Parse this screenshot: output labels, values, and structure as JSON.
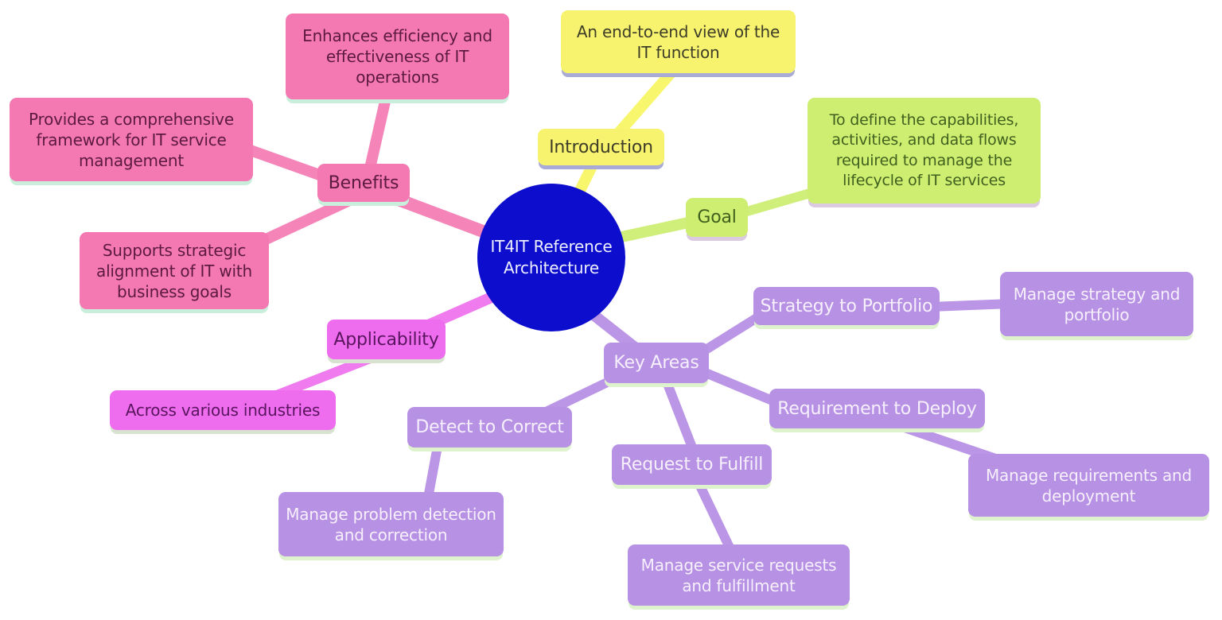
{
  "mindmap": {
    "center": {
      "label": "IT4IT Reference Architecture"
    },
    "branches": [
      {
        "label": "Introduction",
        "children": [
          {
            "label": "An end-to-end view of the IT function"
          }
        ]
      },
      {
        "label": "Goal",
        "children": [
          {
            "label": "To define the capabilities, activities, and data flows required to manage the lifecycle of IT services"
          }
        ]
      },
      {
        "label": "Benefits",
        "children": [
          {
            "label": "Enhances efficiency and effectiveness of IT operations"
          },
          {
            "label": "Provides a comprehensive framework for IT service management"
          },
          {
            "label": "Supports strategic alignment of IT with business goals"
          }
        ]
      },
      {
        "label": "Applicability",
        "children": [
          {
            "label": "Across various industries"
          }
        ]
      },
      {
        "label": "Key Areas",
        "children": [
          {
            "label": "Strategy to Portfolio",
            "children": [
              {
                "label": "Manage strategy and portfolio"
              }
            ]
          },
          {
            "label": "Requirement to Deploy",
            "children": [
              {
                "label": "Manage requirements and deployment"
              }
            ]
          },
          {
            "label": "Request to Fulfill",
            "children": [
              {
                "label": "Manage service requests and fulfillment"
              }
            ]
          },
          {
            "label": "Detect to Correct",
            "children": [
              {
                "label": "Manage problem detection and correction"
              }
            ]
          }
        ]
      }
    ],
    "palette": {
      "center_fill": "#0d0dcd",
      "center_text": "#eef0ff",
      "introduction_fill": "#f7f36e",
      "introduction_text": "#3e3d28",
      "introduction_shadow": "#a9abd6",
      "goal_fill": "#cdee70",
      "goal_text": "#41601f",
      "goal_shadow": "#dccae2",
      "benefits_fill": "#f478b2",
      "benefits_text": "#5d1a40",
      "benefits_shadow": "#c9efdc",
      "applicability_fill": "#ee6cee",
      "applicability_text": "#59155e",
      "applicability_shadow": "#d7e3cf",
      "key_areas_fill": "#b791e4",
      "key_areas_text": "#f6effc",
      "key_areas_shadow": "#def3cd"
    }
  }
}
